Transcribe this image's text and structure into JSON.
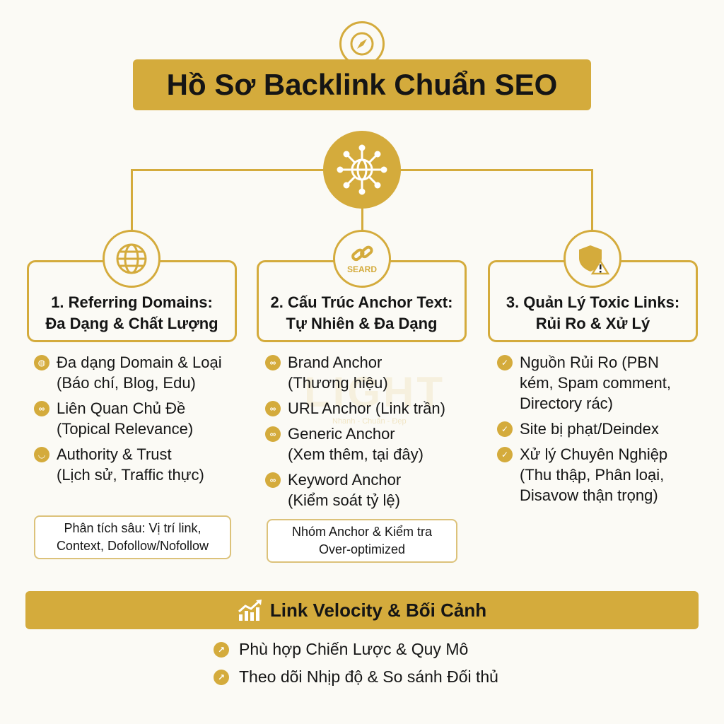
{
  "title": "Hồ Sơ Backlink Chuẩn SEO",
  "colors": {
    "accent": "#d4ab3c",
    "background": "#fbfaf5"
  },
  "icons": {
    "top": "compass-icon",
    "hub": "network-globe-icon",
    "col1": "globe-icon",
    "col2": "link-icon",
    "col3": "shield-warning-icon",
    "velocity": "growth-chart-icon"
  },
  "watermark": {
    "logo": "LIGHT",
    "tagline": "Nhanh - Chuẩn - Đẹp"
  },
  "columns": [
    {
      "heading_line1": "1. Referring Domains:",
      "heading_line2": "Đa Dạng & Chất Lượng",
      "items": [
        {
          "icon": "globe-icon",
          "line1": "Đa dạng Domain & Loại",
          "line2": "(Báo chí, Blog, Edu)"
        },
        {
          "icon": "link-icon",
          "line1": "Liên Quan Chủ Đề",
          "line2": "(Topical Relevance)"
        },
        {
          "icon": "trust-hand-icon",
          "line1": "Authority & Trust",
          "line2": "(Lịch sử, Traffic thực)"
        }
      ],
      "note_line1": "Phân tích sâu: Vị trí link,",
      "note_line2": "Context, Dofollow/Nofollow"
    },
    {
      "icon_label": "SEARD",
      "heading_line1": "2. Cấu Trúc Anchor Text:",
      "heading_line2": "Tự Nhiên & Đa Dạng",
      "items": [
        {
          "icon": "link-icon",
          "line1": "Brand Anchor",
          "line2": "(Thương hiệu)"
        },
        {
          "icon": "link-icon",
          "line1": "URL Anchor (Link trần)",
          "line2": ""
        },
        {
          "icon": "link-icon",
          "line1": "Generic Anchor",
          "line2": "(Xem thêm, tại đây)"
        },
        {
          "icon": "link-icon",
          "line1": "Keyword Anchor",
          "line2": "(Kiểm soát tỷ lệ)"
        }
      ],
      "note_line1": "Nhóm Anchor & Kiểm tra",
      "note_line2": "Over-optimized"
    },
    {
      "heading_line1": "3. Quản Lý Toxic Links:",
      "heading_line2": "Rủi Ro & Xử Lý",
      "items": [
        {
          "icon": "check-icon",
          "line1": "Nguồn Rủi Ro (PBN",
          "line2": "kém, Spam comment,",
          "line3": "Directory rác)"
        },
        {
          "icon": "check-icon",
          "line1": "Site bị phạt/Deindex",
          "line2": ""
        },
        {
          "icon": "check-icon",
          "line1": "Xử lý Chuyên Nghiệp",
          "line2": "(Thu thập, Phân loại,",
          "line3": "Disavow thận trọng)"
        }
      ]
    }
  ],
  "velocity": {
    "title": "Link Velocity & Bối Cảnh",
    "bullets": [
      "Phù hợp Chiến Lược & Quy Mô",
      "Theo dõi Nhịp độ & So sánh Đối thủ"
    ]
  }
}
